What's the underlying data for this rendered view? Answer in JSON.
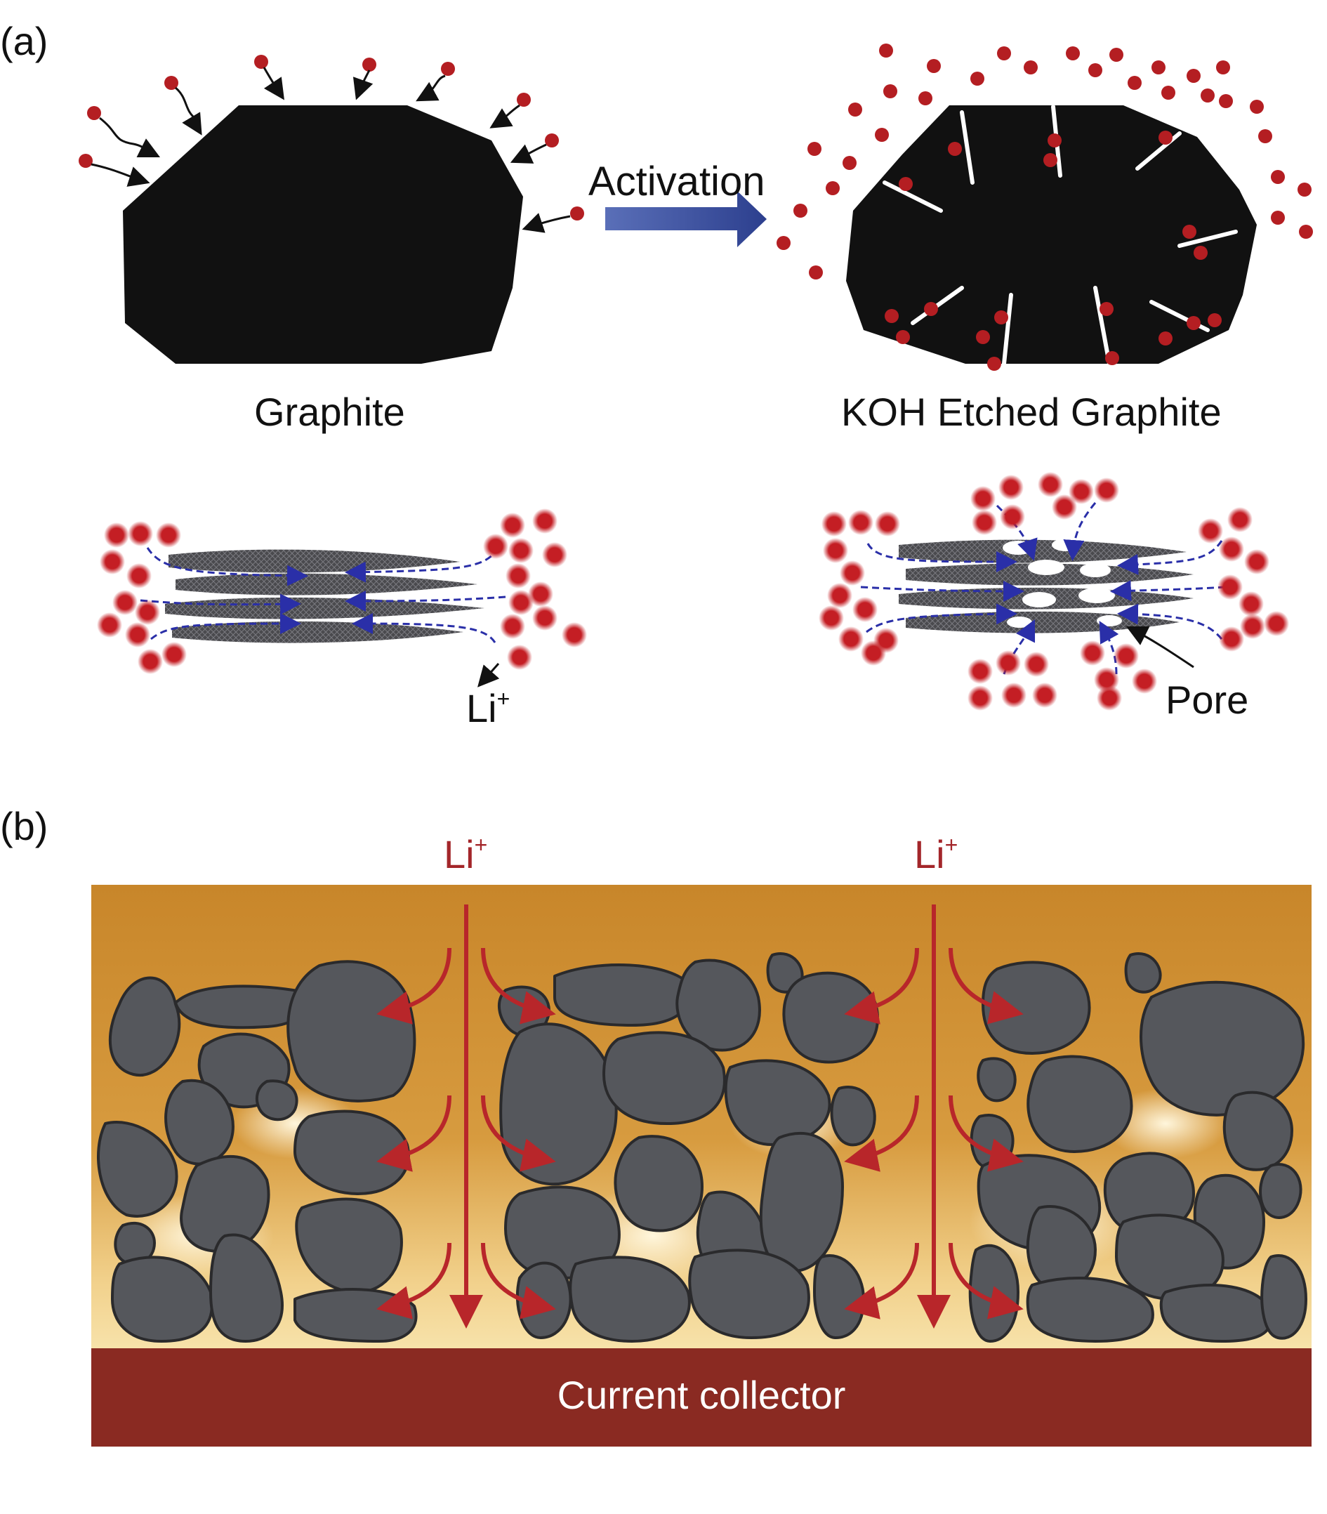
{
  "panel_a": {
    "label": "(a)",
    "arrow_label": "Activation",
    "left_caption": "Graphite",
    "right_caption": "KOH Etched Graphite",
    "li_ion_label": "Li",
    "li_ion_sup": "+",
    "pore_label": "Pore"
  },
  "panel_b": {
    "label": "(b)",
    "li_label_1": "Li",
    "li_label_2": "Li",
    "li_sup": "+",
    "collector_label": "Current collector"
  },
  "colors": {
    "graphite": "#111111",
    "ion": "#b41e22",
    "activation_arrow": "#3a4f9a",
    "flow_arrow": "#2a2fa8",
    "electrolyte": "#c98a2e",
    "particle": "#55575c",
    "collector": "#8a2a22",
    "li_arrow": "#b8262a"
  },
  "icons": {
    "activation_arrow": "right-arrow-icon",
    "ion": "ion-dot-icon"
  }
}
